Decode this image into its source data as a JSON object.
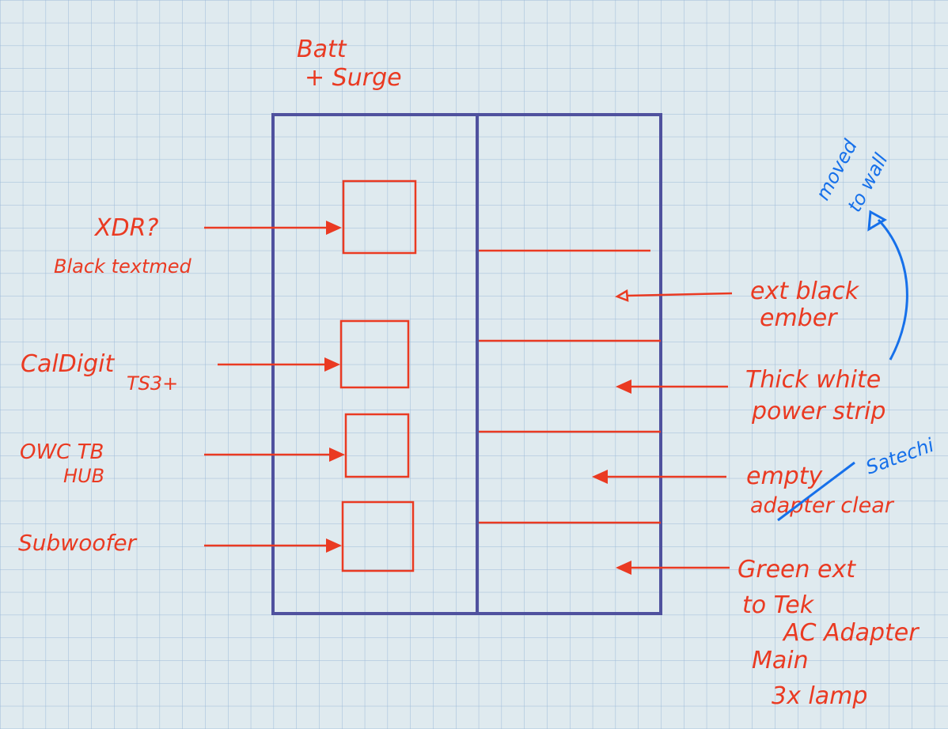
{
  "colors": {
    "paper": "#dfeaef",
    "grid": "#9dbad8",
    "frame": "#4f519e",
    "ink_red": "#ea3a22",
    "ink_blue": "#1670ea"
  },
  "title": [
    "Batt",
    "+ Surge"
  ],
  "left_labels": [
    {
      "lines": [
        "XDR?",
        "Black textmed"
      ]
    },
    {
      "lines": [
        "CalDigit",
        "TS3+"
      ]
    },
    {
      "lines": [
        "OWC TB",
        "HUB"
      ]
    },
    {
      "lines": [
        "Subwoofer"
      ]
    }
  ],
  "right_labels": [
    {
      "lines": [
        "ext black",
        "ember"
      ]
    },
    {
      "lines": [
        "Thick white",
        "power strip"
      ]
    },
    {
      "lines": [
        "empty",
        "adapter clear"
      ],
      "struck": "empty adapter"
    },
    {
      "lines": [
        "Green ext",
        "to Tek",
        "AC Adapter",
        "Main",
        "3x lamp"
      ]
    }
  ],
  "annotations": {
    "moved": [
      "moved",
      "to wall"
    ],
    "replacement": "Satechi"
  }
}
